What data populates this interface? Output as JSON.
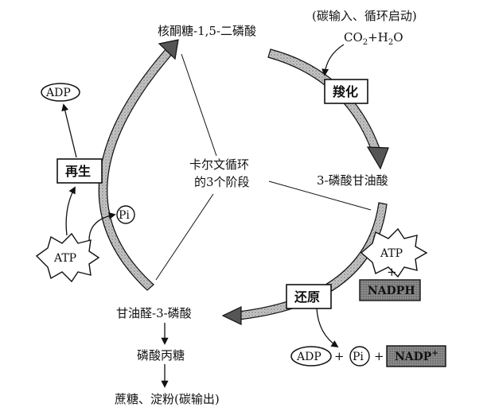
{
  "compounds": {
    "rubp": "核酮糖-1,5-二磷酸",
    "pga": "3-磷酸甘油酸",
    "g3p": "甘油醛-3-磷酸",
    "phosphotriose": "磷酸丙糖",
    "output": "蔗糖、淀粉(碳输出)"
  },
  "input_note": "(碳输入、循环启动)",
  "input_molecules": {
    "co2": "CO",
    "co2_sub": "2",
    "plus": "+H",
    "h2o_sub": "2",
    "o": "O"
  },
  "stages": {
    "carboxylation": "羧化",
    "reduction": "还原",
    "regeneration": "再生"
  },
  "center_label": {
    "line1": "卡尔文循环",
    "line2": "的3个阶段"
  },
  "molecules": {
    "adp": "ADP",
    "atp": "ATP",
    "pi": "Pi",
    "nadph": "NADPH",
    "nadp": "NADP",
    "nadp_sup": "+",
    "plus": "+"
  },
  "colors": {
    "arc_fill": "#b8b8b8",
    "box_fill": "#8c8c8c",
    "line": "#111111"
  }
}
